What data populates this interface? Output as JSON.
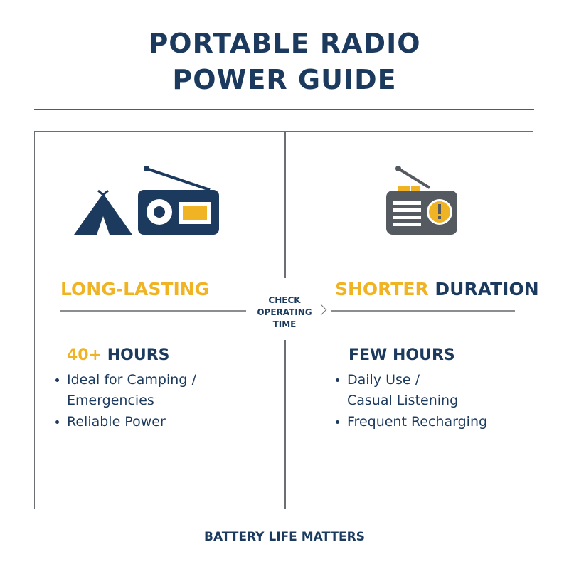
{
  "title": {
    "line1": "PORTABLE RADIO",
    "line2": "POWER GUIDE"
  },
  "center": {
    "line1": "CHECK",
    "line2": "OPERATING",
    "line3": "TIME"
  },
  "left": {
    "heading": "LONG-LASTING",
    "sub_accent": "40+",
    "sub_text": " HOURS",
    "bullets": [
      {
        "line1": "Ideal for Camping /",
        "line2": "Emergencies"
      },
      {
        "line1": "Reliable Power"
      }
    ],
    "icons": [
      "tent-icon",
      "radio-battery-full-icon"
    ]
  },
  "right": {
    "heading_accent": "SHORTER",
    "heading_text": " DURATION",
    "sub": "FEW HOURS",
    "bullets": [
      {
        "line1": "Daily Use /",
        "line2": "Casual Listening"
      },
      {
        "line1": "Frequent Recharging"
      }
    ],
    "icons": [
      "radio-warning-icon"
    ]
  },
  "footer": "BATTERY LIFE MATTERS",
  "colors": {
    "navy": "#1b3a5e",
    "accent": "#f0b323",
    "gray": "#555a60"
  }
}
